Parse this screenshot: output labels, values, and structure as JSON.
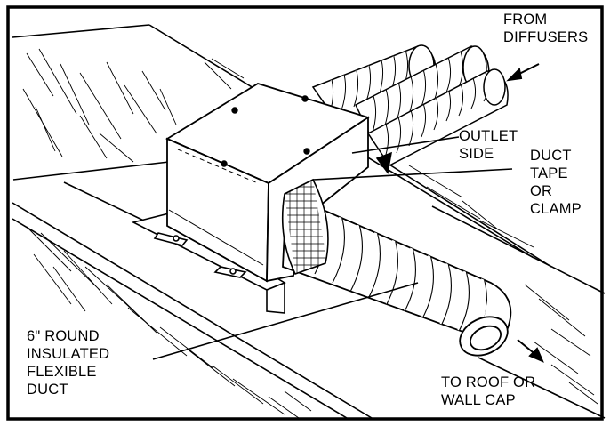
{
  "labels": {
    "from_diffusers": [
      "FROM",
      "DIFFUSERS"
    ],
    "outlet_side": [
      "OUTLET",
      "SIDE"
    ],
    "duct_tape": [
      "DUCT",
      "TAPE",
      "OR",
      "CLAMP"
    ],
    "round_duct": [
      "6\" ROUND",
      "INSULATED",
      "FLEXIBLE",
      "DUCT"
    ],
    "to_roof": [
      "TO ROOF OR",
      "WALL CAP"
    ]
  },
  "colors": {
    "ink": "#000000",
    "paper": "#ffffff"
  }
}
